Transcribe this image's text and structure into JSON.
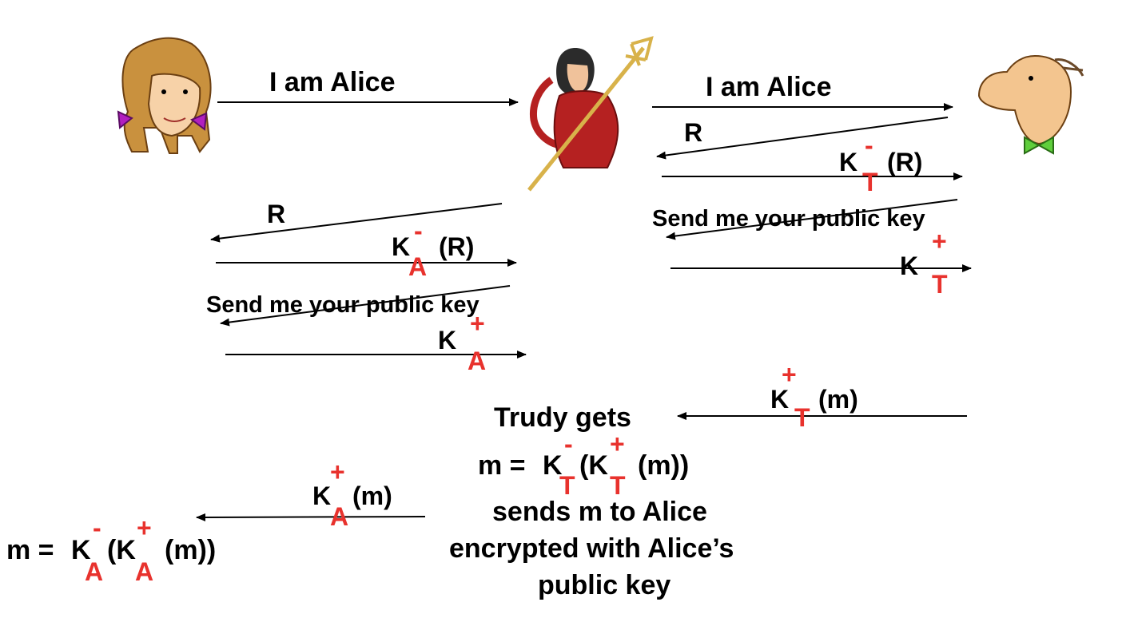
{
  "colors": {
    "line": "#000000",
    "key_subscript": "#e8322d"
  },
  "actors": [
    {
      "name": "alice-figure",
      "icon": "alice-face-icon"
    },
    {
      "name": "trudy-figure",
      "icon": "trudy-devil-icon"
    },
    {
      "name": "bob-figure",
      "icon": "bob-face-icon"
    }
  ],
  "msgs": {
    "i_am_alice_1": "I am Alice",
    "i_am_alice_2": "I am Alice",
    "r_bob_to_trudy": "R",
    "r_trudy_to_alice": "R",
    "send_pubkey_bob": "Send me your public key",
    "send_pubkey_trudy": "Send me your public key"
  },
  "keys": {
    "K": "K",
    "minus": "-",
    "plus": "+",
    "T": "T",
    "A": "A",
    "r_arg": "(R)",
    "m_arg": "(m)",
    "open_paren_K": "(K",
    "m_close": "(m))",
    "m_eq": "m = "
  },
  "trudy_box": {
    "line1": "Trudy gets",
    "line3": "sends m to Alice",
    "line4": "encrypted with Alice’s",
    "line5": "public key"
  }
}
